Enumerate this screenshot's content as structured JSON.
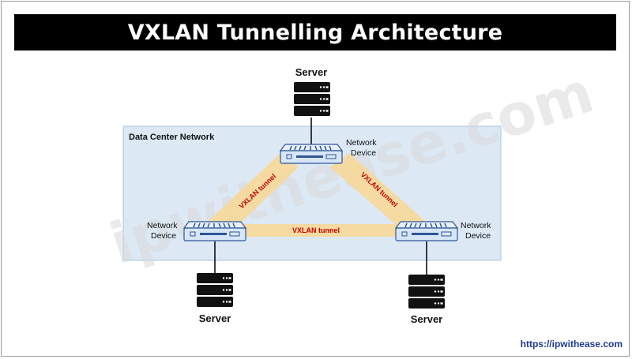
{
  "title": "VXLAN Tunnelling Architecture",
  "network_label": "Data Center Network",
  "watermark": "ipwithease.com",
  "footer_url": "https://ipwithease.com",
  "servers": {
    "top": "Server",
    "left": "Server",
    "right": "Server"
  },
  "devices": {
    "top": [
      "Network",
      "Device"
    ],
    "left": [
      "Network",
      "Device"
    ],
    "right": [
      "Network",
      "Device"
    ]
  },
  "tunnels": {
    "left": "VXLAN tunnel",
    "right": "VXLAN tunnel",
    "bottom": "VXLAN tunnel"
  },
  "colors": {
    "network_fill": "#dce9f5",
    "network_border": "#a8c4e0",
    "tunnel_fill": "#f7d898",
    "tunnel_text": "#c00000",
    "device_fill": "#d7e6f7",
    "device_border": "#2f5597",
    "footer_text": "#1f3a93"
  }
}
